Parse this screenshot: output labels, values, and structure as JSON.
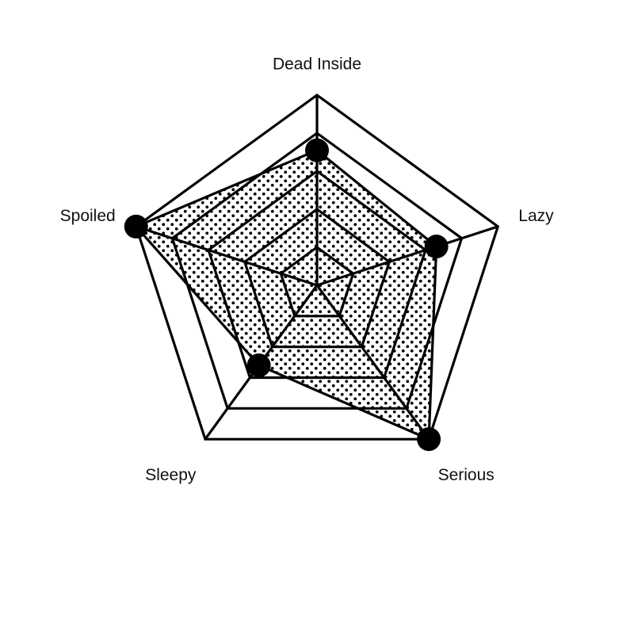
{
  "chart_data": {
    "type": "radar",
    "axes": [
      "Dead Inside",
      "Lazy",
      "Serious",
      "Sleepy",
      "Spoiled"
    ],
    "values": [
      71,
      66,
      100,
      52,
      100
    ],
    "range": [
      0,
      100
    ],
    "grid_levels": [
      20,
      40,
      60,
      80,
      100
    ],
    "grid": true,
    "fill_style": "dotted",
    "colors": {
      "stroke": "#000000",
      "fill_dots": "#000000",
      "background": "#ffffff"
    }
  }
}
